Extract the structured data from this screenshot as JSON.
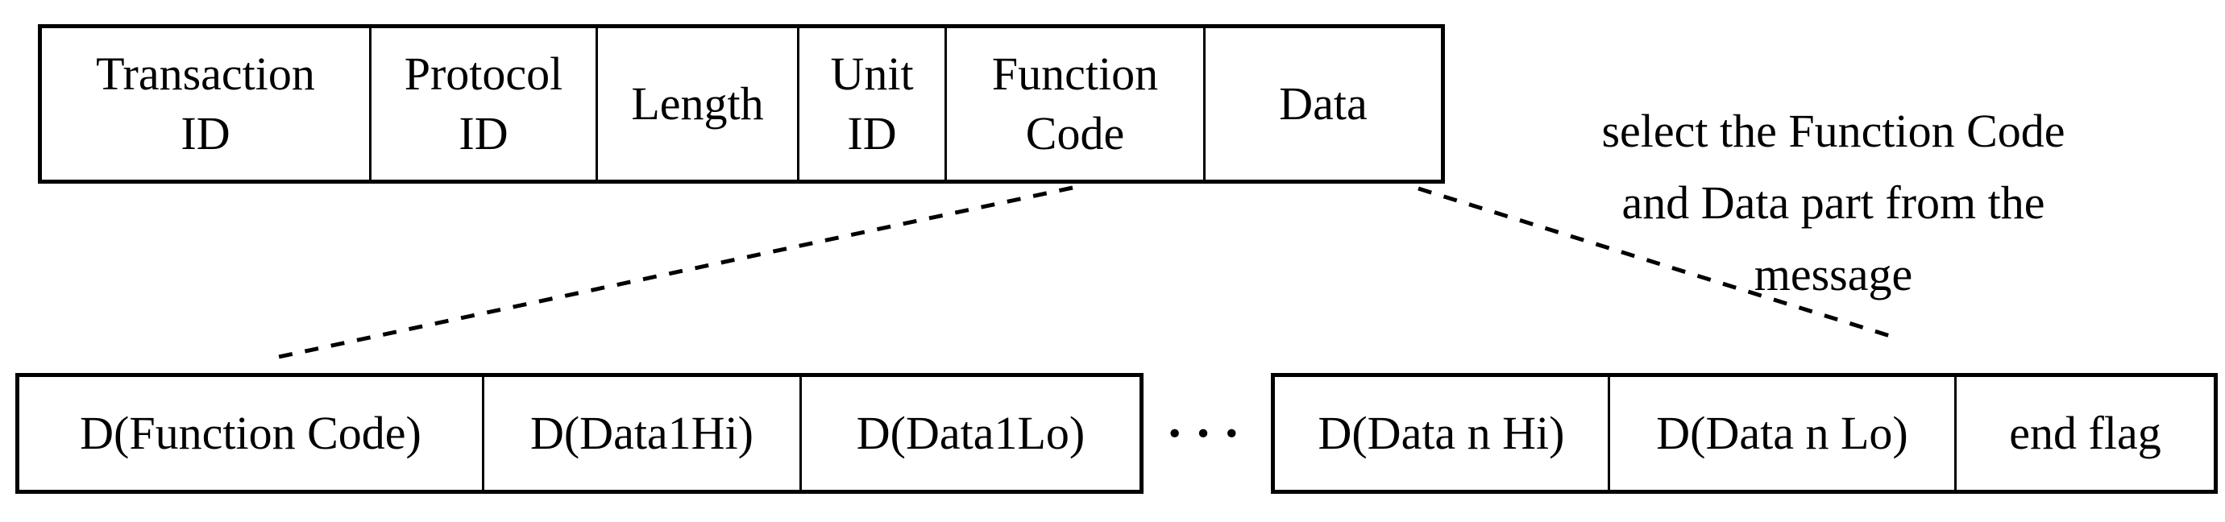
{
  "diagram": {
    "top_row": {
      "cells": [
        {
          "lines": [
            "Transaction",
            "ID"
          ]
        },
        {
          "lines": [
            "Protocol",
            "ID"
          ]
        },
        {
          "lines": [
            "Length"
          ]
        },
        {
          "lines": [
            "Unit",
            "ID"
          ]
        },
        {
          "lines": [
            "Function",
            "Code"
          ]
        },
        {
          "lines": [
            "Data"
          ]
        }
      ]
    },
    "annotation": {
      "lines": [
        "select the Function Code",
        "and Data part from the",
        "message"
      ]
    },
    "ellipsis": "···",
    "bottom_row_left": {
      "cells": [
        {
          "label": "D(Function Code)"
        },
        {
          "label": "D(Data1Hi)"
        },
        {
          "label": "D(Data1Lo)"
        }
      ]
    },
    "bottom_row_right": {
      "cells": [
        {
          "label": "D(Data n Hi)"
        },
        {
          "label": "D(Data n Lo)"
        },
        {
          "label": "end flag"
        }
      ]
    },
    "colors": {
      "ink": "#000000",
      "background": "#ffffff"
    }
  }
}
